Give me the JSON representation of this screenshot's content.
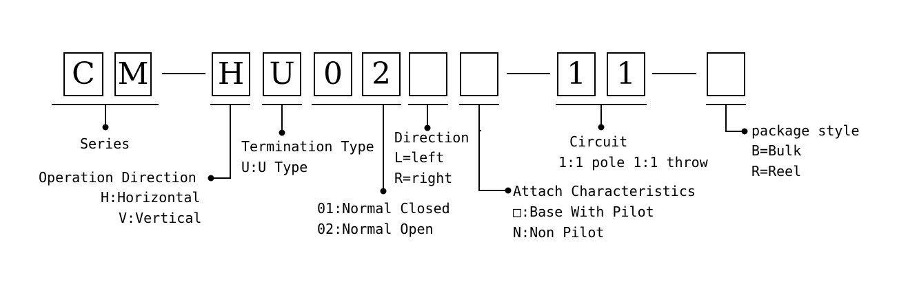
{
  "code": {
    "c1": "C",
    "c2": "M",
    "c3": "H",
    "c4": "U",
    "c5": "0",
    "c6": "2",
    "c7": "",
    "c8": "",
    "c9": "1",
    "c10": "1",
    "c11": ""
  },
  "labels": {
    "series": "Series",
    "operation_title": "Operation Direction",
    "operation_h": "H:Horizontal",
    "operation_v": "V:Vertical",
    "termination_title": "Termination Type",
    "termination_u": "U:U Type",
    "contact_01": "01:Normal Closed",
    "contact_02": "02:Normal Open",
    "direction_title": "Direction",
    "direction_l": "L=left",
    "direction_r": "R=right",
    "attach_title": "Attach Characteristics",
    "attach_base": "□:Base With Pilot",
    "attach_non": "N:Non Pilot",
    "circuit_title": "Circuit",
    "circuit_desc": "1:1 pole 1:1 throw",
    "package_title": "package style",
    "package_b": "B=Bulk",
    "package_r": "R=Reel"
  }
}
